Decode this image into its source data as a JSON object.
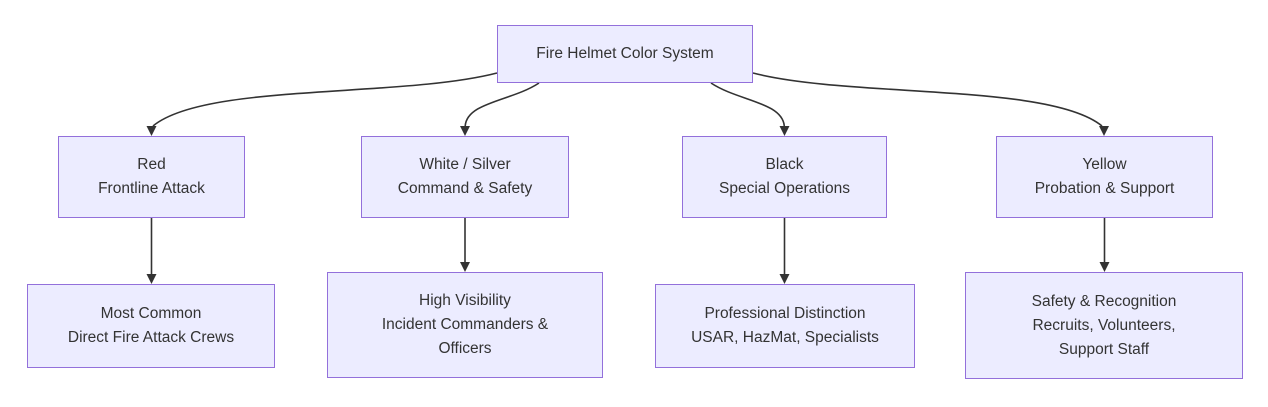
{
  "diagram": {
    "title": "Fire Helmet Color System",
    "root": {
      "label": "Fire Helmet Color System"
    },
    "columns": [
      {
        "id": "red",
        "category": {
          "line1": "Red",
          "line2": "Frontline Attack"
        },
        "detail": {
          "line1": "Most Common",
          "line2": "Direct Fire Attack Crews"
        }
      },
      {
        "id": "white-silver",
        "category": {
          "line1": "White / Silver",
          "line2": "Command & Safety"
        },
        "detail": {
          "line1": "High Visibility",
          "line2": "Incident Commanders &",
          "line3": "Officers"
        }
      },
      {
        "id": "black",
        "category": {
          "line1": "Black",
          "line2": "Special Operations"
        },
        "detail": {
          "line1": "Professional Distinction",
          "line2": "USAR, HazMat, Specialists"
        }
      },
      {
        "id": "yellow",
        "category": {
          "line1": "Yellow",
          "line2": "Probation & Support"
        },
        "detail": {
          "line1": "Safety & Recognition",
          "line2": "Recruits, Volunteers,",
          "line3": "Support Staff"
        }
      }
    ],
    "colors": {
      "node_fill": "#ECECFF",
      "node_border": "#9370DB",
      "edge": "#333333",
      "text": "#333333",
      "background": "#FFFFFF"
    }
  }
}
